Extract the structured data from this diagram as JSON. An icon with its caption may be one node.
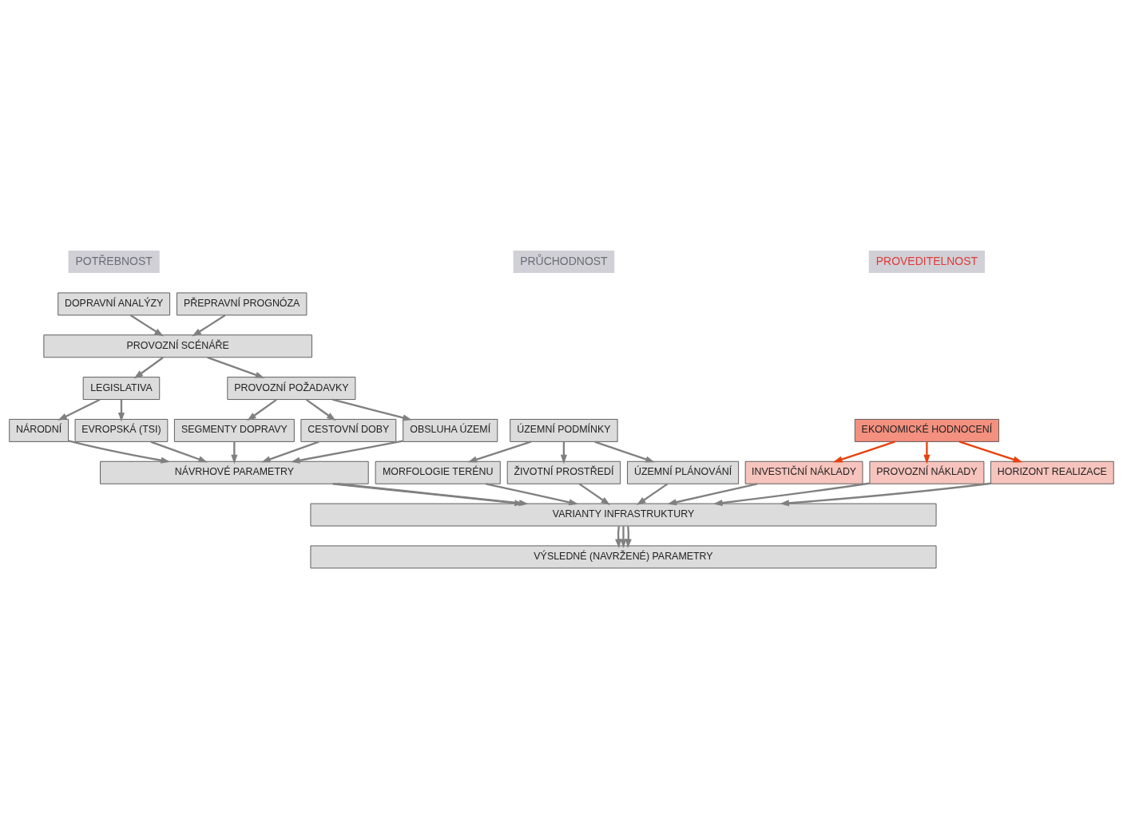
{
  "diagram": {
    "nodes": [
      {
        "text": [
          "POTŘEBNOST"
        ]
      },
      {
        "text": [
          "DOPRAVNÍ ANALÝZY"
        ]
      },
      {
        "text": [
          "PŘEPRAVNÍ PROGNÓZA"
        ]
      },
      {
        "text": [
          "PROVOZNÍ SCÉNÁŘE"
        ]
      },
      {
        "text": [
          "LEGISLATIVA"
        ]
      },
      {
        "text": [
          "PROVOZNÍ POŽADAVKY"
        ]
      },
      {
        "text": [
          "NÁRODNÍ"
        ]
      },
      {
        "text": [
          "EVROPSKÁ (TSI)"
        ]
      },
      {
        "text": [
          "SEGMENTY DOPRAVY"
        ]
      },
      {
        "text": [
          "CESTOVNÍ DOBY"
        ]
      },
      {
        "text": [
          "OBSLUHA ÚZEMÍ"
        ]
      },
      {
        "text": [
          "NÁVRHOVÉ PARAMETRY"
        ]
      },
      {
        "text": [
          "PRŮCHODNOST"
        ]
      },
      {
        "text": [
          "ÚZEMNÍ PODMÍNKY"
        ]
      },
      {
        "text": [
          "MORFOLOGIE TERÉNU"
        ]
      },
      {
        "text": [
          "ŽIVOTNÍ PROSTŘEDÍ"
        ]
      },
      {
        "text": [
          "ÚZEMNÍ PLÁNOVÁNÍ"
        ]
      },
      {
        "text": [
          "PROVEDITELNOST"
        ]
      },
      {
        "text": [
          "EKONOMICKÉ HODNOCENÍ"
        ]
      },
      {
        "text": [
          "INVESTIČNÍ NÁKLADY"
        ]
      },
      {
        "text": [
          "PROVOZNÍ NÁKLADY"
        ]
      },
      {
        "text": [
          "HORIZONT REALIZACE"
        ]
      },
      {
        "text": [
          "VARIANTY INFRASTRUKTURY"
        ]
      },
      {
        "text": [
          "VÝSLEDNÉ (NAVRŽENÉ) PARAMETRY"
        ]
      }
    ],
    "edges": [
      {
        "from": 1,
        "to": 3,
        "arrow": "to"
      },
      {
        "from": 2,
        "to": 3,
        "arrow": "to"
      },
      {
        "from": 3,
        "to": 4,
        "arrow": "to"
      },
      {
        "from": 3,
        "to": 5,
        "arrow": "to"
      },
      {
        "from": 4,
        "to": 6,
        "arrow": "to"
      },
      {
        "from": 4,
        "to": 7,
        "arrow": "to"
      },
      {
        "from": 5,
        "to": 8,
        "arrow": "to"
      },
      {
        "from": 5,
        "to": 9,
        "arrow": "to"
      },
      {
        "from": 5,
        "to": 10,
        "arrow": "to"
      },
      {
        "from": 6,
        "to": 11,
        "arrow": "to"
      },
      {
        "from": 7,
        "to": 11,
        "arrow": "to"
      },
      {
        "from": 8,
        "to": 11,
        "arrow": "to"
      },
      {
        "from": 9,
        "to": 11,
        "arrow": "to"
      },
      {
        "from": 10,
        "to": 11,
        "arrow": "to"
      },
      {
        "from": 13,
        "to": 14,
        "arrow": "to"
      },
      {
        "from": 13,
        "to": 15,
        "arrow": "to"
      },
      {
        "from": 13,
        "to": 16,
        "arrow": "to"
      },
      {
        "from": 18,
        "to": 19,
        "arrow": "to",
        "color": "#e8400c"
      },
      {
        "from": 18,
        "to": 20,
        "arrow": "to",
        "color": "#e8400c"
      },
      {
        "from": 18,
        "to": 21,
        "arrow": "to",
        "color": "#e8400c"
      },
      {
        "from": 11,
        "to": 22,
        "arrow": "to"
      },
      {
        "from": 11,
        "to": 22,
        "arrow": "to"
      },
      {
        "from": 14,
        "to": 22,
        "arrow": "to"
      },
      {
        "from": 15,
        "to": 22,
        "arrow": "to"
      },
      {
        "from": 16,
        "to": 22,
        "arrow": "to"
      },
      {
        "from": 19,
        "to": 22,
        "arrow": "to"
      },
      {
        "from": 20,
        "to": 22,
        "arrow": "to"
      },
      {
        "from": 21,
        "to": 22,
        "arrow": "to"
      },
      {
        "from": 22,
        "to": 23,
        "arrow": "to"
      },
      {
        "from": 22,
        "to": 23,
        "arrow": "to"
      },
      {
        "from": 22,
        "to": 23,
        "arrow": "to"
      }
    ]
  }
}
